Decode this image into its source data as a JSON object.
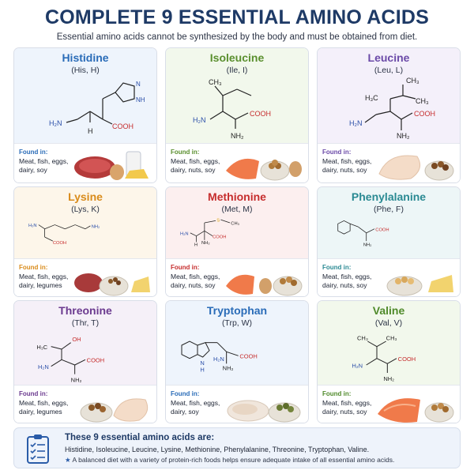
{
  "header": {
    "title": "COMPLETE 9 ESSENTIAL AMINO ACIDS",
    "subtitle": "Essential amino acids cannot be synthesized by the body and must be obtained from diet."
  },
  "found_label": "Found in:",
  "cards": [
    {
      "name": "Histidine",
      "abbr": "(His, H)",
      "color": "#2a6cb8",
      "bg": "#eef4fc",
      "found_color": "#2a6cb8",
      "found": "Meat, fish, eggs, dairy, soy"
    },
    {
      "name": "Isoleucine",
      "abbr": "(Ile, I)",
      "color": "#5a8f2e",
      "bg": "#f2f8ec",
      "found_color": "#5a8f2e",
      "found": "Meat, fish, eggs, dairy, nuts, soy"
    },
    {
      "name": "Leucine",
      "abbr": "(Leu, L)",
      "color": "#6b4aa8",
      "bg": "#f4f0fa",
      "found_color": "#6b4aa8",
      "found": "Meat, fish, eggs, dairy, nuts, soy"
    },
    {
      "name": "Lysine",
      "abbr": "(Lys, K)",
      "color": "#d98b1a",
      "bg": "#fdf6ea",
      "found_color": "#d98b1a",
      "found": "Meat, fish, eggs, dairy, legumes"
    },
    {
      "name": "Methionine",
      "abbr": "(Met, M)",
      "color": "#c62d2d",
      "bg": "#fcefef",
      "found_color": "#c62d2d",
      "found": "Meat, fish, eggs, dairy, nuts, soy"
    },
    {
      "name": "Phenylalanine",
      "abbr": "(Phe, F)",
      "color": "#2a8a93",
      "bg": "#edf6f7",
      "found_color": "#2a8a93",
      "found": "Meat, fish, eggs, dairy, nuts, soy"
    },
    {
      "name": "Threonine",
      "abbr": "(Thr, T)",
      "color": "#6b3a8f",
      "bg": "#f5f0f8",
      "found_color": "#6b3a8f",
      "found": "Meat, fish, eggs, dairy, legumes"
    },
    {
      "name": "Tryptophan",
      "abbr": "(Trp, W)",
      "color": "#2a6cb8",
      "bg": "#eef4fc",
      "found_color": "#2a6cb8",
      "found": "Meat, fish, eggs, dairy, soy"
    },
    {
      "name": "Valine",
      "abbr": "(Val, V)",
      "color": "#4f8a2a",
      "bg": "#f2f8ec",
      "found_color": "#4f8a2a",
      "found": "Meat, fish, eggs, dairy, nuts, soy"
    }
  ],
  "structures": {
    "nh2": "NH₂",
    "h2n": "H₂N",
    "cooh": "COOH",
    "h": "H",
    "nh": "NH",
    "n": "N",
    "ch3": "CH₃",
    "h3c": "H₃C",
    "s": "S",
    "oh": "OH",
    "h_nh": "H"
  },
  "summary": {
    "title": "These 9 essential amino acids are:",
    "list": "Histidine, Isoleucine, Leucine, Lysine, Methionine, Phenylalanine, Threonine, Tryptophan, Valine.",
    "note": "A balanced diet with a variety of protein-rich foods helps ensure adequate intake of all essential amino acids.",
    "star": "★",
    "icon": "clipboard-checklist-icon"
  },
  "food_icons": {
    "histidine": [
      "steak-icon",
      "eggs-icon",
      "milk-glass-icon",
      "cheese-icon"
    ],
    "isoleucine": [
      "salmon-icon",
      "nuts-bowl-icon",
      "egg-icon"
    ],
    "leucine": [
      "chicken-breast-icon",
      "nuts-bowl-icon"
    ],
    "lysine": [
      "meat-icon",
      "lentils-bowl-icon",
      "cheese-icon"
    ],
    "methionine": [
      "salmon-icon",
      "egg-icon",
      "nuts-bowl-icon"
    ],
    "phenylalanine": [
      "chickpeas-bowl-icon",
      "cheese-icon"
    ],
    "threonine": [
      "lentils-bowl-icon",
      "chicken-breast-icon"
    ],
    "tryptophan": [
      "turkey-slices-icon",
      "seeds-bowl-icon"
    ],
    "valine": [
      "salmon-icon",
      "nuts-bowl-icon"
    ]
  }
}
